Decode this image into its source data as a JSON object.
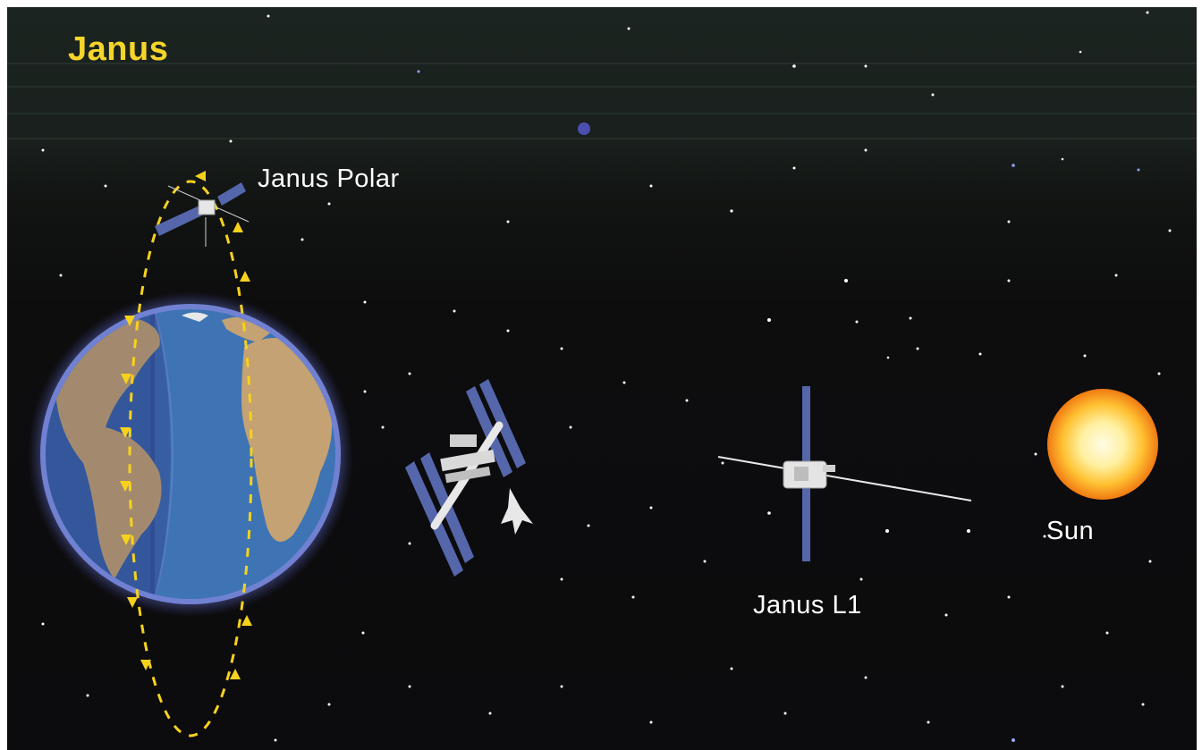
{
  "title": "Janus",
  "labels": {
    "polar": "Janus Polar",
    "l1": "Janus L1",
    "sun": "Sun"
  },
  "colors": {
    "title": "#f6d52a",
    "orbit_arrows": "#f7d21c",
    "solar_panels": "#5566aa",
    "earth_ocean": "#3e74b4",
    "earth_land": "#c4a273",
    "sun_core": "#fffbe0",
    "sun_edge": "#f7941d"
  }
}
